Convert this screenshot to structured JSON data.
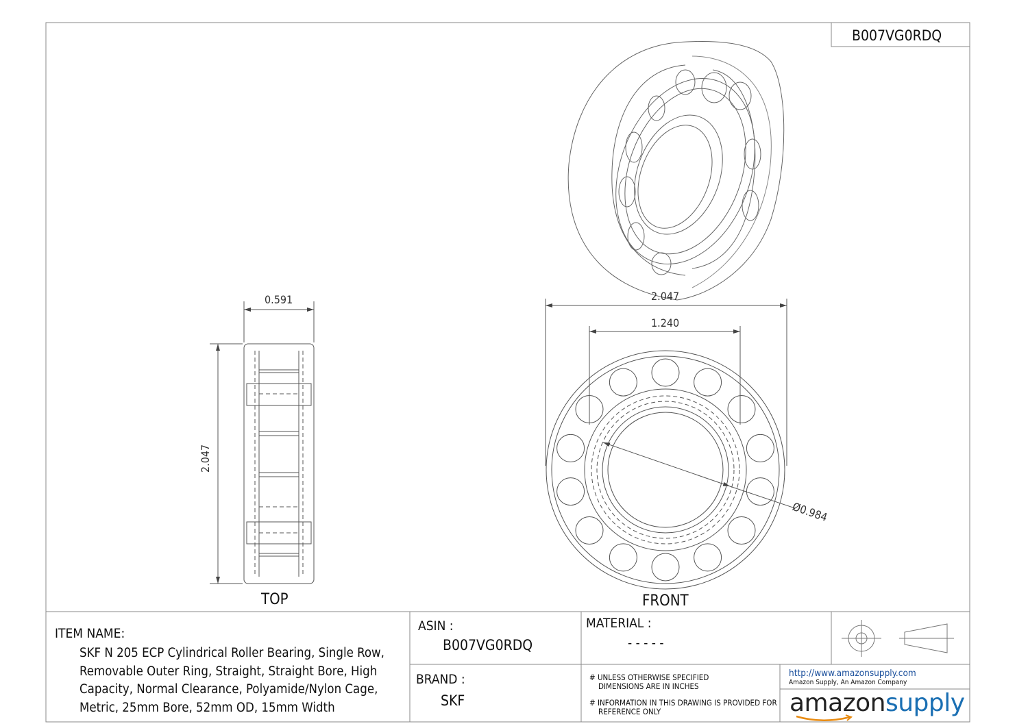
{
  "header": {
    "part_code": "B007VG0RDQ"
  },
  "views": {
    "top_label": "TOP",
    "front_label": "FRONT"
  },
  "dimensions": {
    "top_width": "0.591",
    "top_height": "2.047",
    "front_od": "2.047",
    "front_inner": "1.240",
    "front_bore": "Ø0.984"
  },
  "title_block": {
    "item_name_label": "ITEM NAME:",
    "item_name": "SKF N 205 ECP Cylindrical Roller Bearing, Single Row, Removable Outer Ring, Straight, Straight Bore, High Capacity, Normal Clearance, Polyamide/Nylon Cage, Metric, 25mm Bore, 52mm OD, 15mm Width",
    "asin_label": "ASIN :",
    "asin": "B007VG0RDQ",
    "brand_label": "BRAND :",
    "brand": "SKF",
    "material_label": "MATERIAL :",
    "material": "- - - - -",
    "note1_line1": "# UNLESS OTHERWISE SPECIFIED",
    "note1_line2": "DIMENSIONS ARE IN INCHES",
    "note2_line1": "# INFORMATION IN THIS DRAWING IS PROVIDED FOR",
    "note2_line2": "REFERENCE ONLY",
    "url": "http://www.amazonsupply.com",
    "company": "Amazon Supply, An Amazon Company",
    "logo_word1": "amazon",
    "logo_word2": "supply"
  }
}
